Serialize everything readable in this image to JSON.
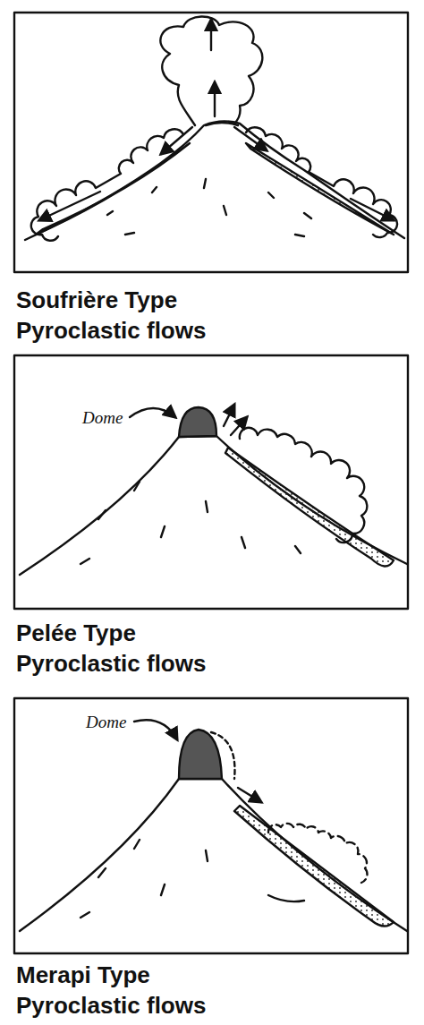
{
  "diagram": {
    "labels": [
      "Soufrière Type Pyroclastic flows",
      "Dome",
      "Pelée Type Pyroclastic flows",
      "Dome",
      "Merapi Type Pyroclastic flows"
    ]
  }
}
